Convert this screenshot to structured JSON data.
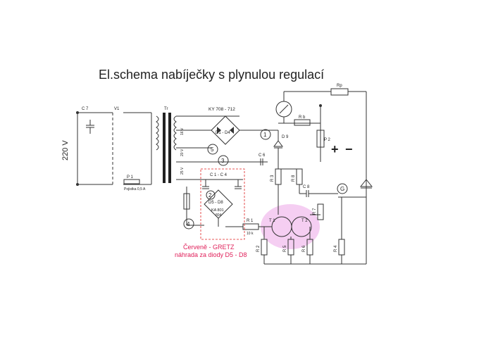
{
  "title": "El.schema nabíječky s plynulou regulací",
  "labels": {
    "mains": "220 V",
    "V1": "V1",
    "C7": "C 7",
    "Tr": "Tr",
    "KY": "KY 708 - 712",
    "D1D4": "D1 - D4",
    "P1": "P 1",
    "fuse": "Pojistka 0,5 A",
    "D9": "D 9",
    "Rb": "R b",
    "P2": "P 2",
    "Rp": "Rp",
    "C6": "C 6",
    "R3": "R 3",
    "R8": "R 8",
    "C8": "C 8",
    "T1": "T 1",
    "T2": "T 2",
    "R7": "R 7",
    "R1": "R 1",
    "R1val": "10 k",
    "R2": "R 2",
    "R5": "R 5",
    "R6": "R 6",
    "R4": "R 4",
    "C1C4": "C 1 - C 4",
    "D5D8": "D5 - D8",
    "KA": "KA 801",
    "KAsub": "804",
    "v16": "16 V",
    "v20": "20 V",
    "v25": "25 V",
    "n1": "1",
    "n2": "2",
    "n3": "3",
    "n4": "4",
    "n5": "5",
    "G": "G",
    "plus": "+",
    "minus": "−",
    "note_line1": "Červeně -   GRETZ",
    "note_line2": "náhrada za diody D5 - D8"
  },
  "colors": {
    "note": "#e0205a",
    "highlight": "#f3c6f0",
    "wire": "#333333",
    "dashed_box": "#e02020"
  }
}
